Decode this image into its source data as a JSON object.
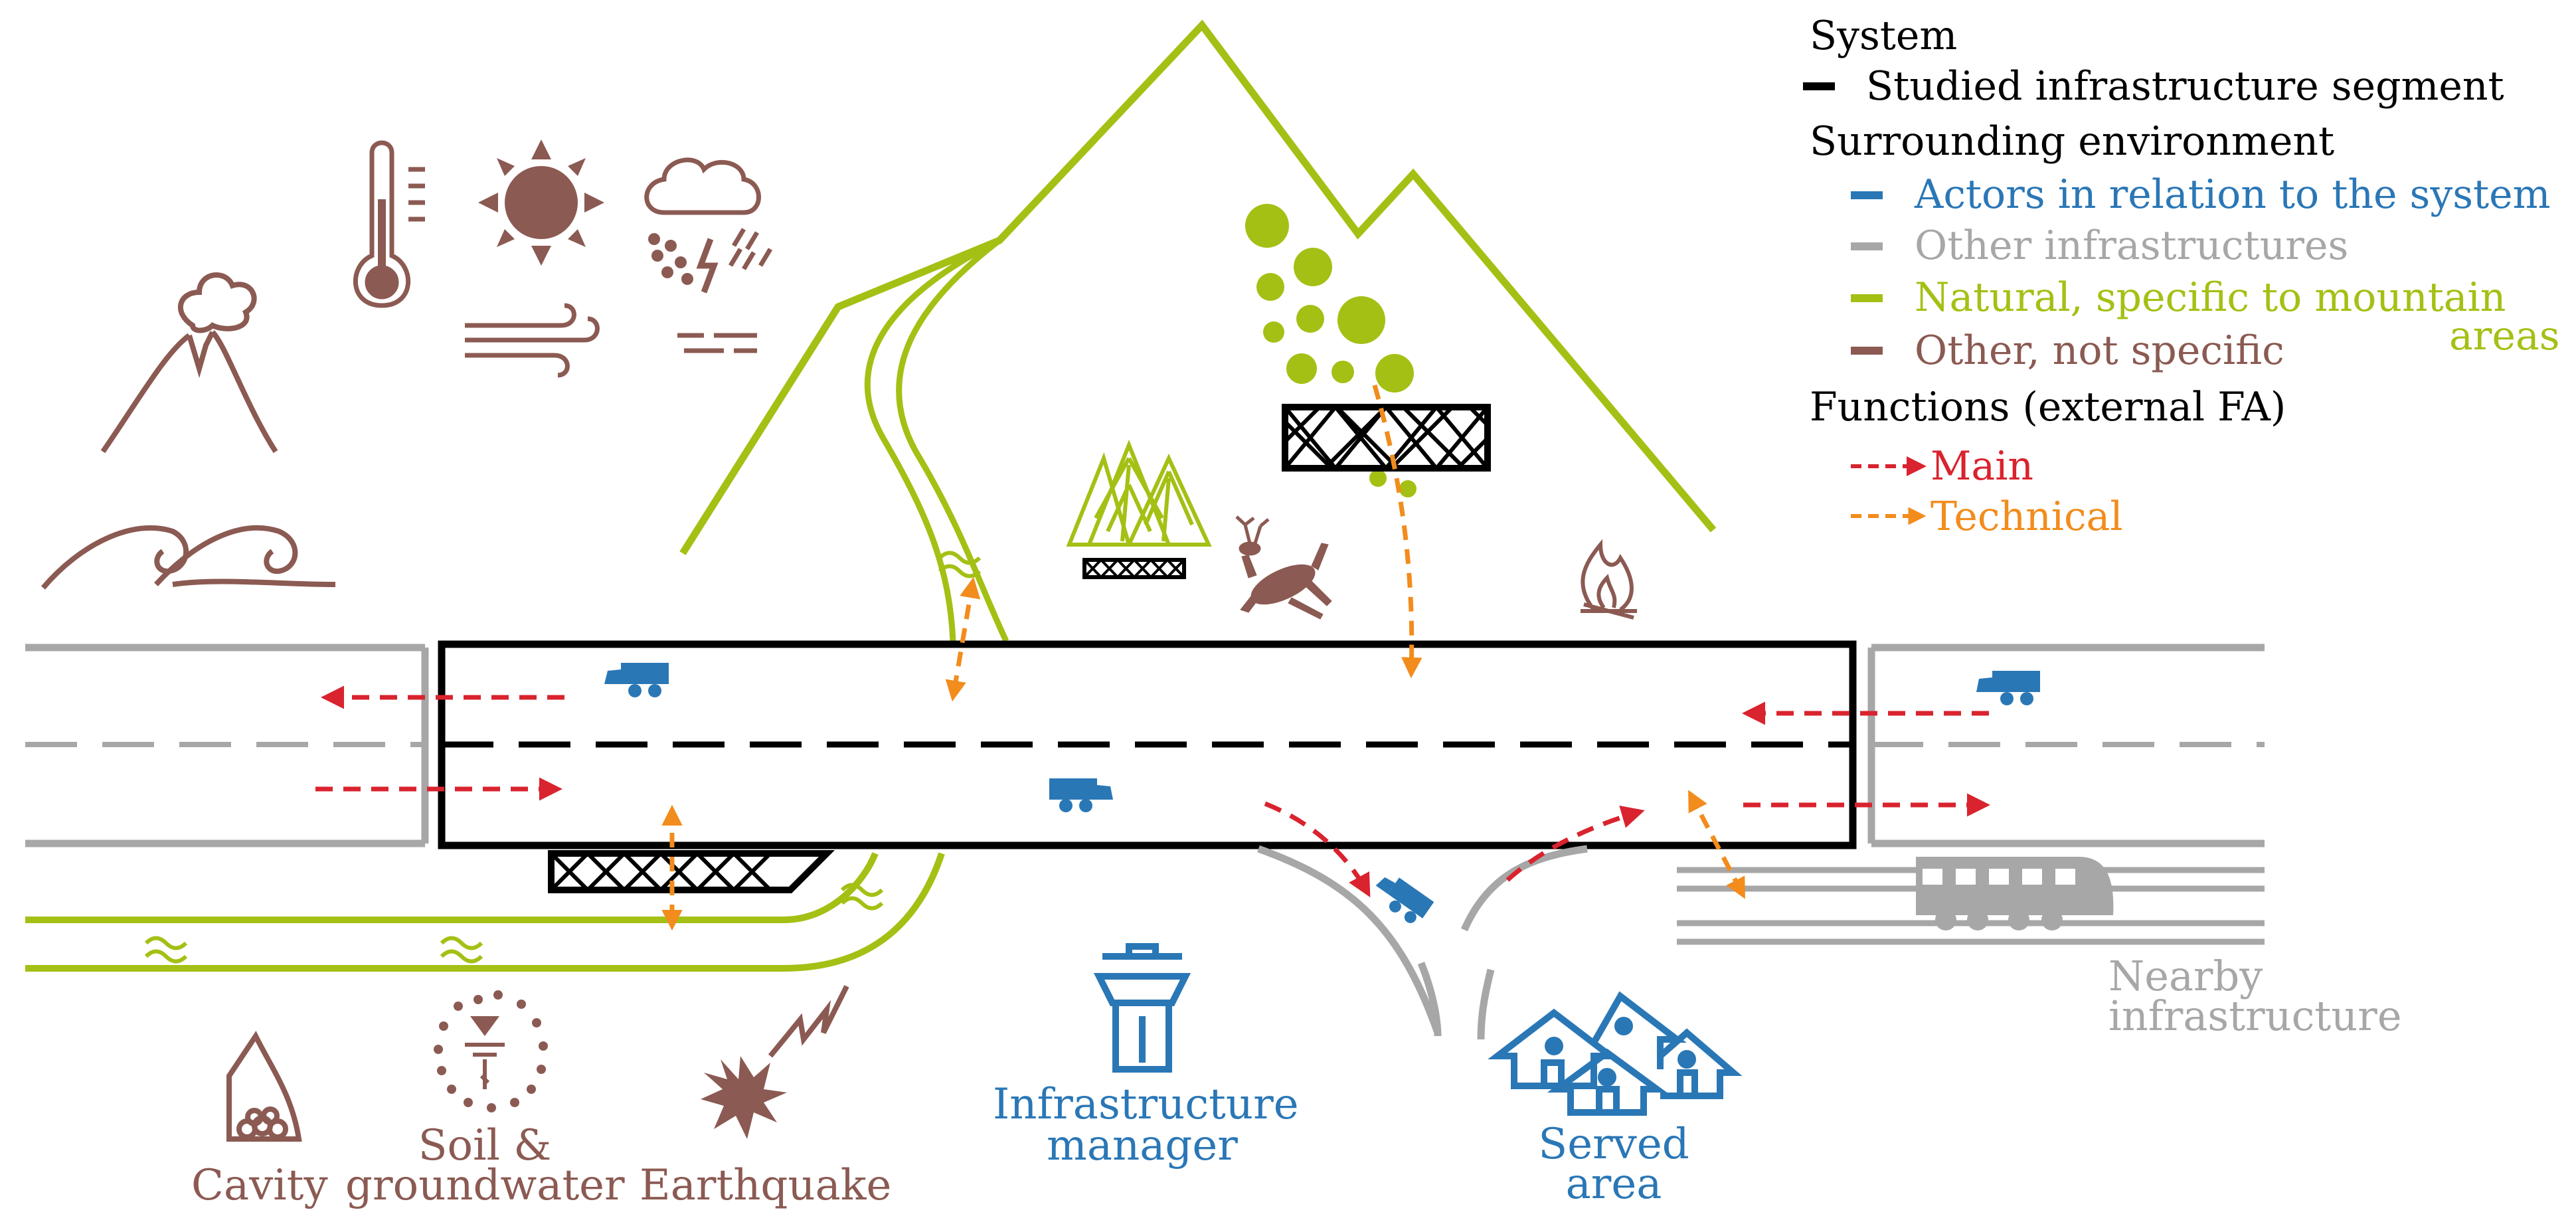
{
  "legend": {
    "system_heading": "System",
    "system_item": "Studied infrastructure segment",
    "environment_heading": "Surrounding environment",
    "env_items": [
      {
        "label": "Actors in relation to the system",
        "color": "#2a77b6"
      },
      {
        "label": "Other infrastructures",
        "color": "#a7a7a7"
      },
      {
        "label": "Natural, specific to mountain",
        "color": "#a4c014"
      },
      {
        "label": "Other, not specific",
        "color": "#8b5a52"
      }
    ],
    "natural_item_continuation": "areas",
    "functions_heading": "Functions (external FA)",
    "function_items": [
      {
        "label": "Main",
        "color": "#d9232e"
      },
      {
        "label": "Technical",
        "color": "#f28c1c"
      }
    ]
  },
  "labels": {
    "soil_line1": "Soil &",
    "soil_line2": "groundwater",
    "cavity": "Cavity",
    "earthquake": "Earthquake",
    "manager_line1": "Infrastructure",
    "manager_line2": "manager",
    "served_line1": "Served",
    "served_line2": "area",
    "nearby_line1": "Nearby",
    "nearby_line2": "infrastructure"
  },
  "icons": {
    "hazards_other": [
      "volcano-icon",
      "thermometer-icon",
      "sun-icon",
      "storm-cloud-icon",
      "wind-icon",
      "fog-icon",
      "wave-icon",
      "cavity-icon",
      "soil-groundwater-icon",
      "earthquake-icon",
      "fire-icon"
    ],
    "hazards_natural": [
      "rockfall-icon",
      "forest-icon",
      "deer-icon",
      "stream-icon",
      "mountain-icon"
    ],
    "actors": [
      "truck-icon",
      "control-tower-icon",
      "houses-icon"
    ],
    "infrastructures": [
      "road-icon",
      "railway-icon",
      "train-icon"
    ]
  }
}
